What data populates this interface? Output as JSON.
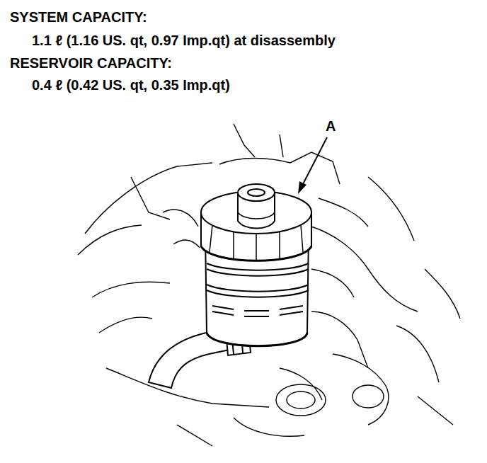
{
  "diagram": {
    "labels": [
      "SYSTEM CAPACITY:",
      "1.1 ℓ (1.16 US. qt, 0.97 Imp.qt) at disassembly",
      "RESERVOIR CAPACITY:",
      "0.4 ℓ (0.42 US. qt, 0.35 Imp.qt)",
      "A"
    ]
  }
}
